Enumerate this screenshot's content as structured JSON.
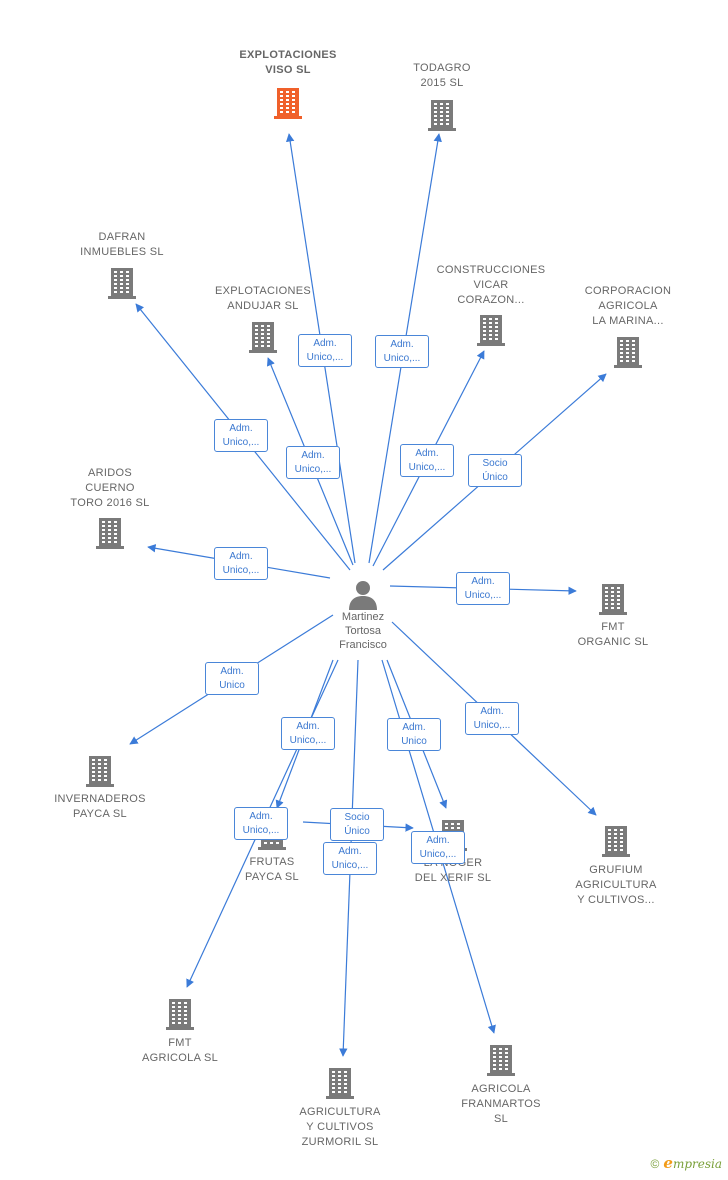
{
  "center": {
    "name": "Martinez\nTortosa\nFrancisco"
  },
  "companies": [
    {
      "id": "explotaciones-viso",
      "name": "EXPLOTACIONES\nVISO  SL",
      "highlight": true
    },
    {
      "id": "todagro",
      "name": "TODAGRO\n2015  SL"
    },
    {
      "id": "dafran",
      "name": "DAFRAN\nINMUEBLES  SL"
    },
    {
      "id": "explotaciones-andujar",
      "name": "EXPLOTACIONES\nANDUJAR  SL"
    },
    {
      "id": "construcciones-vicar",
      "name": "CONSTRUCCIONES\nVICAR\nCORAZON..."
    },
    {
      "id": "corporacion-agricola",
      "name": "CORPORACION\nAGRICOLA\nLA MARINA..."
    },
    {
      "id": "aridos-cuerno",
      "name": "ARIDOS\nCUERNO\nTORO 2016  SL"
    },
    {
      "id": "fmt-organic",
      "name": "FMT\nORGANIC  SL"
    },
    {
      "id": "invernaderos-payca",
      "name": "INVERNADEROS\nPAYCA SL"
    },
    {
      "id": "frutas-payca",
      "name": "FRUTAS\nPAYCA  SL"
    },
    {
      "id": "la-noguera",
      "name": "LA NOGER\nDEL XERIF  SL"
    },
    {
      "id": "grufium",
      "name": "GRUFIUM\nAGRICULTURA\nY CULTIVOS..."
    },
    {
      "id": "fmt-agricola",
      "name": "FMT\nAGRICOLA  SL"
    },
    {
      "id": "agricultura-zurmoril",
      "name": "AGRICULTURA\nY CULTIVOS\nZURMORIL  SL"
    },
    {
      "id": "agricola-franmartos",
      "name": "AGRICOLA\nFRANMARTOS\nSL"
    }
  ],
  "relations": [
    {
      "target": "explotaciones-viso",
      "label": "Adm.\nUnico,..."
    },
    {
      "target": "todagro",
      "label": "Adm.\nUnico,..."
    },
    {
      "target": "dafran",
      "label": "Adm.\nUnico,..."
    },
    {
      "target": "explotaciones-andujar",
      "label": "Adm.\nUnico,..."
    },
    {
      "target": "construcciones-vicar",
      "label": "Adm.\nUnico,..."
    },
    {
      "target": "corporacion-agricola",
      "label": "Socio\nÚnico"
    },
    {
      "target": "aridos-cuerno",
      "label": "Adm.\nUnico,..."
    },
    {
      "target": "fmt-organic",
      "label": "Adm.\nUnico,..."
    },
    {
      "target": "invernaderos-payca",
      "label": "Adm.\nUnico"
    },
    {
      "target": "frutas-payca",
      "label": "Adm.\nUnico,..."
    },
    {
      "target": "la-noguera",
      "label": "Adm.\nUnico"
    },
    {
      "target": "grufium",
      "label": "Adm.\nUnico,..."
    },
    {
      "target": "fmt-agricola",
      "label": "Adm.\nUnico,..."
    },
    {
      "target": "la-noguera",
      "label": "Socio\nÚnico"
    },
    {
      "target": "agricultura-zurmoril",
      "label": "Adm.\nUnico,..."
    },
    {
      "target": "agricola-franmartos",
      "label": "Adm.\nUnico,..."
    }
  ],
  "colors": {
    "edge": "#3b7bd8",
    "building": "#7a7a7a",
    "highlight": "#f0602a"
  },
  "icons": {
    "company": "building-icon",
    "person": "person-icon"
  },
  "brand": {
    "copyright": "©",
    "name": "mpresia",
    "initial": "e"
  }
}
